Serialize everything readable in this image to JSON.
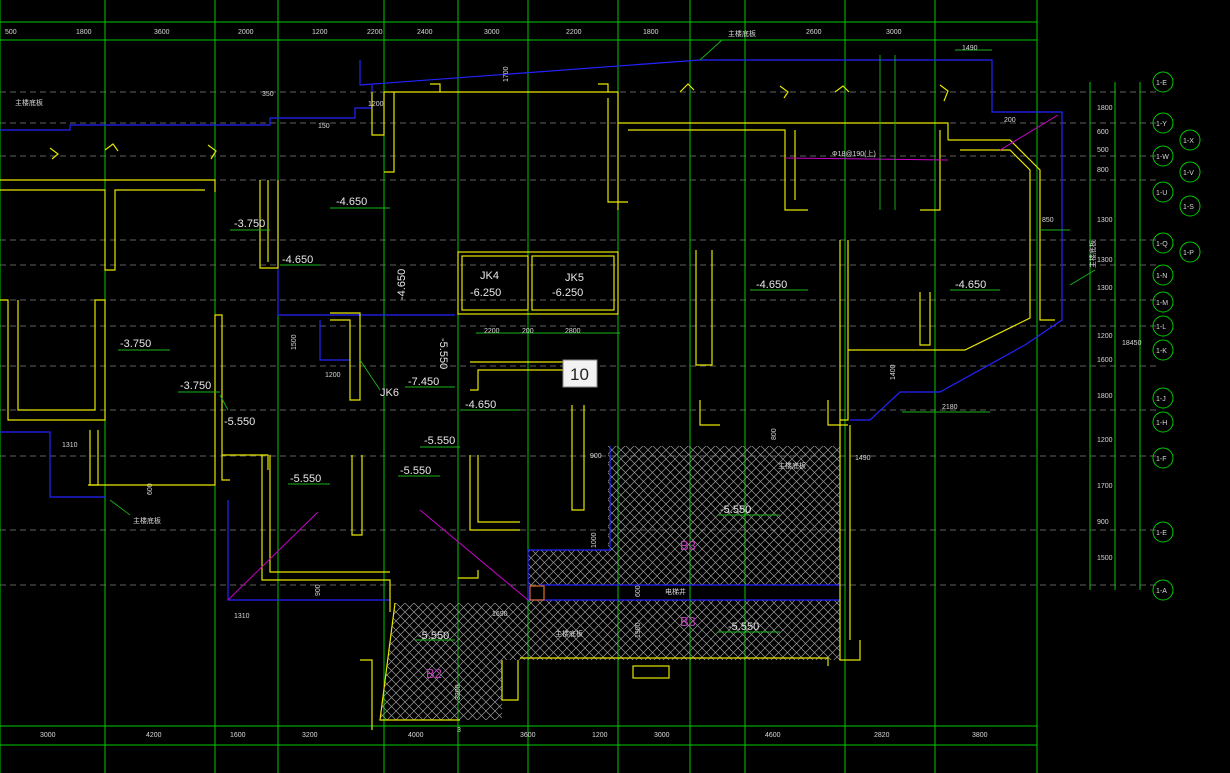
{
  "colors": {
    "background": "#000000",
    "grid": "#00c800",
    "wall": "#e6e600",
    "boundary": "#2323ff",
    "dim": "#19b419",
    "magenta": "#c800c8",
    "hatch": "#9a9a9a",
    "label": "#e8e8e8"
  },
  "top_dimensions": [
    "500",
    "1800",
    "3600",
    "2000",
    "1200",
    "2200",
    "2400",
    "3000",
    "2200",
    "1800",
    "2600",
    "3000"
  ],
  "bottom_dimensions": [
    "3000",
    "4200",
    "1600",
    "3200",
    "4000",
    "3600",
    "1200",
    "3000",
    "4600",
    "2820",
    "3800"
  ],
  "right_axes": [
    "1-E",
    "1-Y",
    "1-X",
    "1-W",
    "1-V",
    "1-U",
    "1-S",
    "1-Q",
    "1-P",
    "1-N",
    "1-M",
    "1-L",
    "1-K",
    "1-J",
    "1-H",
    "1-F",
    "1-E",
    "1-A"
  ],
  "right_dims": [
    "1800",
    "600",
    "500",
    "800",
    "1300",
    "1300",
    "1300",
    "1200",
    "1600",
    "1800",
    "1200",
    "1700",
    "900",
    "1500"
  ],
  "right_total": "18450",
  "elevations": {
    "e1": "-4.650",
    "e2": "-3.750",
    "e3": "-4.650",
    "e4": "-6.250",
    "e5": "-6.250",
    "e6": "-4.650",
    "e7": "-4.650",
    "e8": "-3.750",
    "e9": "-3.750",
    "e10": "-7.450",
    "e11": "-4.650",
    "e12": "-5.550",
    "e13": "-5.550",
    "e14": "-5.550",
    "e15": "-5.550",
    "e16": "-5.550",
    "e17": "-5.550",
    "e18": "-5.550",
    "e19": "-4.650",
    "e20": "-5.550"
  },
  "labels": {
    "jk4": "JK4",
    "jk5": "JK5",
    "jk6": "JK6",
    "b3a": "B3",
    "b3b": "B3",
    "b2": "B2",
    "tooltip": "10"
  },
  "annotations": {
    "zl1": "主楼底板",
    "zl2": "主楼底板",
    "zl3": "主楼底板",
    "zl4": "主楼底板",
    "zl5": "主楼底板",
    "zl6": "主楼底板",
    "dianti": "电梯井",
    "rebar": "Φ18@190(上)",
    "dim_1490a": "1490",
    "dim_850": "850",
    "dim_350": "350",
    "dim_1200a": "1200",
    "dim_150": "150",
    "dim_1700": "1700",
    "dim_2200": "2200",
    "dim_200": "200",
    "dim_2800": "2800",
    "dim_1500": "1500",
    "dim_1200b": "1200",
    "dim_1310a": "1310",
    "dim_600a": "600",
    "dim_900a": "900",
    "dim_1310b": "1310",
    "dim_1690": "1690",
    "dim_600b": "600",
    "dim_1000": "1000",
    "dim_1900": "1900",
    "dim_800": "800",
    "dim_1490b": "1490",
    "dim_1400": "1400",
    "dim_2180": "2180",
    "dim_900b": "900",
    "dim_3200": "3200",
    "dim_3": "3",
    "dim_200b": "200"
  }
}
